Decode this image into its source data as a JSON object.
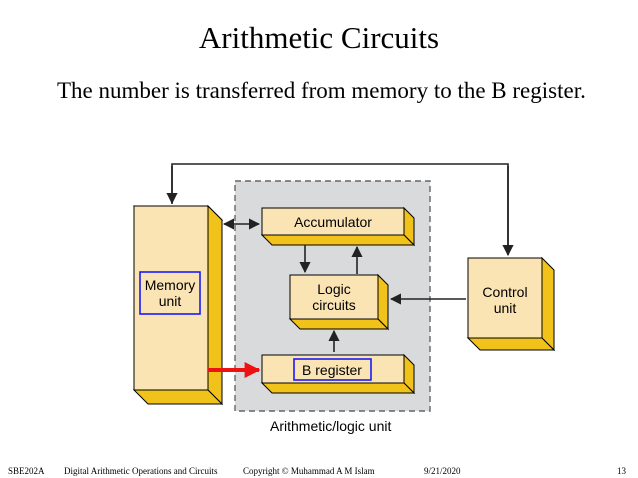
{
  "slide": {
    "title": "Arithmetic Circuits",
    "body": "The number is transferred from memory to the B register."
  },
  "diagram": {
    "memory_unit": [
      "Memory",
      "unit"
    ],
    "accumulator": "Accumulator",
    "logic_circuits": [
      "Logic",
      "circuits"
    ],
    "control_unit": [
      "Control",
      "unit"
    ],
    "b_register": "B register",
    "alu_caption": "Arithmetic/logic unit"
  },
  "colors": {
    "block_face": "#fbe4b4",
    "block_side": "#f1c21a",
    "alu_fill": "#d9dadc",
    "highlight_box": "#1a1aff",
    "active_arrow": "#ee1111"
  },
  "footer": {
    "course": "SBE202A",
    "topic": "Digital Arithmetic Operations and Circuits",
    "copyright": "Copyright © Muhammad A M Islam",
    "date": "9/21/2020",
    "page": "13"
  }
}
